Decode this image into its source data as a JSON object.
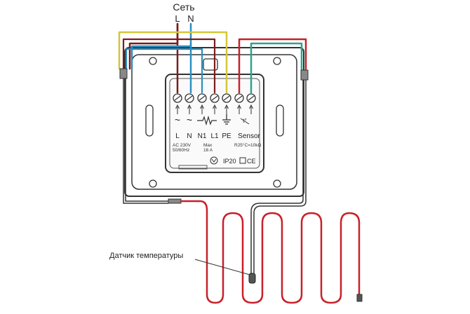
{
  "mains": {
    "title": "Сеть",
    "line_label": "L",
    "neutral_label": "N"
  },
  "terminals": {
    "symbols": [
      "~",
      "~",
      "",
      "",
      "",
      "",
      ""
    ],
    "labels": [
      "L",
      "N",
      "N1",
      "L1",
      "PE",
      "Sensor",
      ""
    ]
  },
  "sensor_symbol": "t°",
  "specs": {
    "ac_voltage": "AC 230V",
    "ac_freq": "50/60Hz",
    "max_label": "Max",
    "max_current": "16 A",
    "r25": "R25°C=10kΩ",
    "ip": "IP20",
    "ce": "CE"
  },
  "sensor_callout": "Датчик температуры",
  "colors": {
    "wire_red": "#c8202a",
    "wire_brown": "#7a1c1c",
    "wire_blue": "#2a8fc2",
    "wire_yellow": "#d4c63a",
    "wire_teal": "#2aa58f",
    "outline": "#333333"
  }
}
